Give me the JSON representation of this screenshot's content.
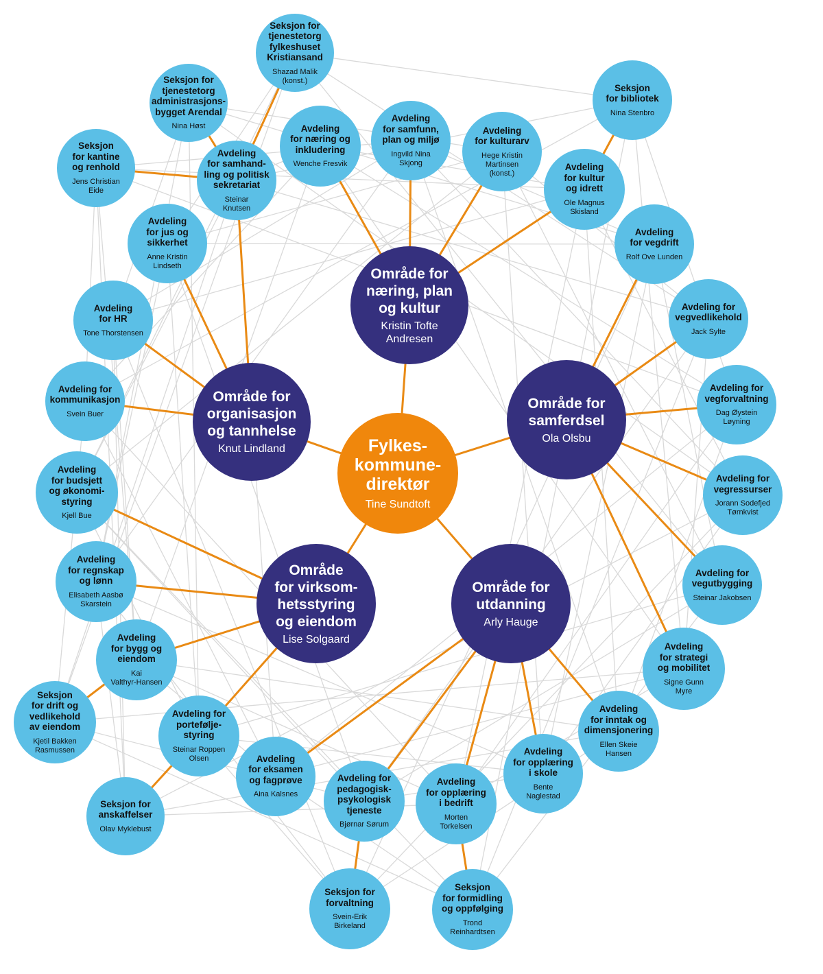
{
  "colors": {
    "director": "#f0870c",
    "area": "#35307e",
    "unit": "#5bbfe6",
    "link": "#e98a14",
    "mesh": "#d9d9d9"
  },
  "director": {
    "title": "Fylkes-\nkommune-\ndirektør",
    "person": "Tine Sundtoft"
  },
  "areas": [
    {
      "key": "npk",
      "title": "Område for\nnæring, plan\nog kultur",
      "person": "Kristin Tofte\nAndresen"
    },
    {
      "key": "org",
      "title": "Område for\norganisasjon\nog tannhelse",
      "person": "Knut Lindland"
    },
    {
      "key": "sam",
      "title": "Område for\nsamferdsel",
      "person": "Ola Olsbu"
    },
    {
      "key": "vir",
      "title": "Område\nfor virksom-\nhetsstyring\nog eiendom",
      "person": "Lise Solgaard"
    },
    {
      "key": "utd",
      "title": "Område for\nutdanning",
      "person": "Arly Hauge"
    }
  ],
  "units": [
    {
      "key": "tjf_krs",
      "parent": "samhandling",
      "title": "Seksjon for\ntjenestetorg\nfylkeshuset\nKristiansand",
      "person": "Shazad Malik\n(konst.)"
    },
    {
      "key": "tjf_adm",
      "parent": "samhandling",
      "title": "Seksjon for\ntjenestetorg\nadministrasjons-\nbygget Arendal",
      "person": "Nina Høst"
    },
    {
      "key": "kantine",
      "parent": "samhandling",
      "title": "Seksjon\nfor kantine\nog renhold",
      "person": "Jens Christian\nEide"
    },
    {
      "key": "samhandling",
      "parent": "org",
      "title": "Avdeling\nfor samhand-\nling og politisk\nsekretariat",
      "person": "Steinar\nKnutsen"
    },
    {
      "key": "jus",
      "parent": "org",
      "title": "Avdeling\nfor jus og\nsikkerhet",
      "person": "Anne Kristin\nLindseth"
    },
    {
      "key": "hr",
      "parent": "org",
      "title": "Avdeling\nfor HR",
      "person": "Tone Thorstensen"
    },
    {
      "key": "kommunikasjon",
      "parent": "org",
      "title": "Avdeling for\nkommunikasjon",
      "person": "Svein Buer"
    },
    {
      "key": "budsjett",
      "parent": "vir",
      "title": "Avdeling\nfor budsjett\nog økonomi-\nstyring",
      "person": "Kjell Bue"
    },
    {
      "key": "regnskap",
      "parent": "vir",
      "title": "Avdeling\nfor regnskap\nog lønn",
      "person": "Elisabeth Aasbø\nSkarstein"
    },
    {
      "key": "bygg",
      "parent": "vir",
      "title": "Avdeling\nfor bygg og\neiendom",
      "person": "Kai\nValthyr-Hansen"
    },
    {
      "key": "drift",
      "parent": "bygg",
      "title": "Seksjon\nfor drift og\nvedlikehold\nav eiendom",
      "person": "Kjetil Bakken\nRasmussen"
    },
    {
      "key": "portefolje",
      "parent": "vir",
      "title": "Avdeling for\nportefølje-\nstyring",
      "person": "Steinar Roppen\nOlsen"
    },
    {
      "key": "anskaffelser",
      "parent": "portefolje",
      "title": "Seksjon for\nanskaffelser",
      "person": "Olav Myklebust"
    },
    {
      "key": "eksamen",
      "parent": "utd",
      "title": "Avdeling\nfor eksamen\nog fagprøve",
      "person": "Aina Kalsnes"
    },
    {
      "key": "ppt",
      "parent": "utd",
      "title": "Avdeling for\npedagogisk-\npsykologisk\ntjeneste",
      "person": "Bjørnar Sørum"
    },
    {
      "key": "forvaltning",
      "parent": "ppt",
      "title": "Seksjon for\nforvaltning",
      "person": "Svein-Erik\nBirkeland"
    },
    {
      "key": "bedrift",
      "parent": "utd",
      "title": "Avdeling\nfor opplæring\ni bedrift",
      "person": "Morten\nTorkelsen"
    },
    {
      "key": "formidling",
      "parent": "bedrift",
      "title": "Seksjon\nfor formidling\nog oppfølging",
      "person": "Trond\nReinhardtsen"
    },
    {
      "key": "skole",
      "parent": "utd",
      "title": "Avdeling\nfor opplæring\ni skole",
      "person": "Bente\nNaglestad"
    },
    {
      "key": "inntak",
      "parent": "utd",
      "title": "Avdeling\nfor inntak og\ndimensjonering",
      "person": "Ellen Skeie\nHansen"
    },
    {
      "key": "strategi",
      "parent": "sam",
      "title": "Avdeling\nfor strategi\nog mobilitet",
      "person": "Signe Gunn\nMyre"
    },
    {
      "key": "vegutbygging",
      "parent": "sam",
      "title": "Avdeling for\nvegutbygging",
      "person": "Steinar Jakobsen"
    },
    {
      "key": "vegressurser",
      "parent": "sam",
      "title": "Avdeling for\nvegressurser",
      "person": "Jorann Sodefjed\nTørnkvist"
    },
    {
      "key": "vegforvaltning",
      "parent": "sam",
      "title": "Avdeling for\nvegforvaltning",
      "person": "Dag Øystein\nLøyning"
    },
    {
      "key": "vegvedlikehold",
      "parent": "sam",
      "title": "Avdeling for\nvegvedlikehold",
      "person": "Jack Sylte"
    },
    {
      "key": "vegdrift",
      "parent": "sam",
      "title": "Avdeling\nfor vegdrift",
      "person": "Rolf Ove Lunden"
    },
    {
      "key": "kultur",
      "parent": "npk",
      "title": "Avdeling\nfor kultur\nog idrett",
      "person": "Ole Magnus\nSkisland"
    },
    {
      "key": "bibliotek",
      "parent": "kultur",
      "title": "Seksjon\nfor bibliotek",
      "person": "Nina Stenbro"
    },
    {
      "key": "kulturarv",
      "parent": "npk",
      "title": "Avdeling\nfor kulturarv",
      "person": "Hege Kristin\nMartinsen\n(konst.)"
    },
    {
      "key": "samfunn",
      "parent": "npk",
      "title": "Avdeling\nfor samfunn,\nplan og miljø",
      "person": "Ingvild Nina\nSkjong"
    },
    {
      "key": "naering",
      "parent": "npk",
      "title": "Avdeling\nfor næring og\ninkludering",
      "person": "Wenche Fresvik"
    }
  ]
}
